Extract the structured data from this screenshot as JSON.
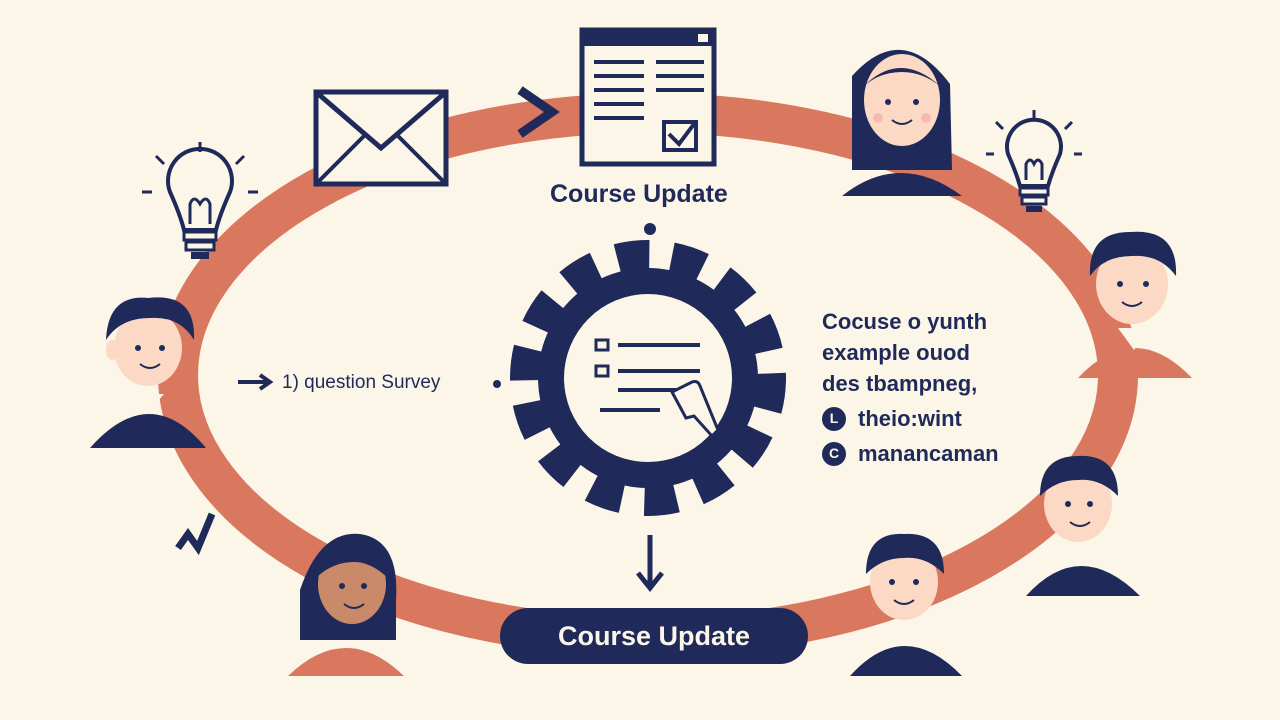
{
  "top_label": "Course Update",
  "survey_label": "1) question Survey",
  "bottom_pill": "Course Update",
  "description": {
    "lines": [
      "Cocuse o yunth",
      "example ouod",
      "des tbampneg,"
    ],
    "bullets": [
      {
        "marker": "L",
        "text": "theio:wint"
      },
      {
        "marker": "C",
        "text": "manancaman"
      }
    ]
  },
  "colors": {
    "ring": "#d9785e",
    "ink": "#1f2a5a",
    "skin": "#fbd9c4",
    "background": "#fbf6e8"
  },
  "icons": [
    "envelope-icon",
    "document-checkbox-icon",
    "lightbulb-icon",
    "gear-icon",
    "pointing-hand-icon",
    "arrow-right-icon",
    "arrow-down-icon"
  ]
}
